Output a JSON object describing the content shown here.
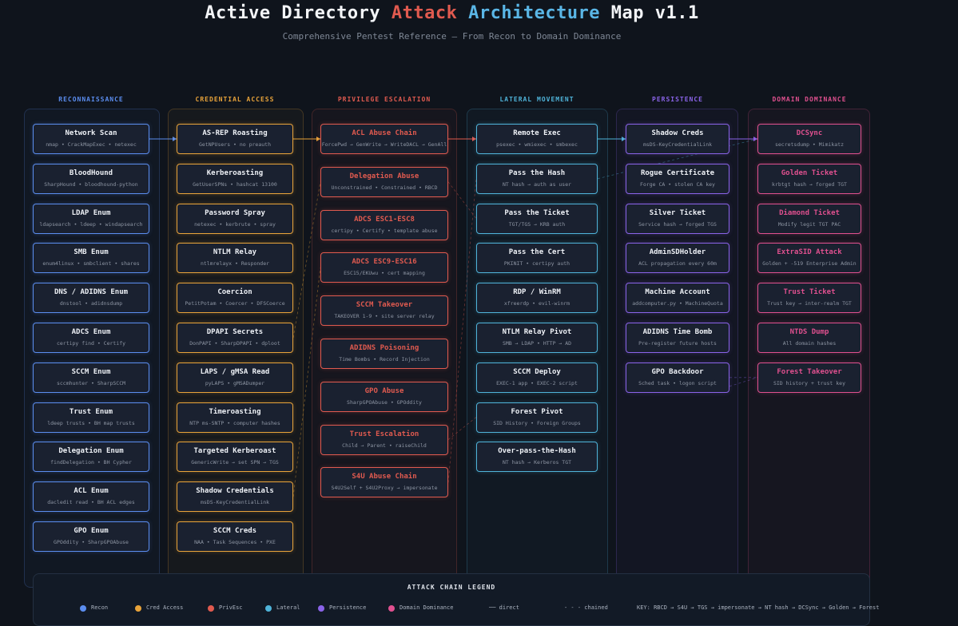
{
  "title": {
    "part1": "Active Directory ",
    "attack": "Attack",
    "space1": " ",
    "architecture": "Architecture",
    "part2": " Map v1.1"
  },
  "subtitle": "Comprehensive Pentest Reference — From Recon to Domain Dominance",
  "colors": {
    "recon": "#5b8def",
    "cred": "#e8a33a",
    "privesc": "#e05a4f",
    "lateral": "#4fb3d9",
    "persist": "#8a63e8",
    "dominance": "#e0508f",
    "attack_word": "#e05a4f",
    "architecture_word": "#5ab6e6"
  },
  "columns": [
    {
      "key": "recon",
      "header": "RECONNAISSANCE",
      "cards": [
        {
          "title": "Network Scan",
          "sub": "nmap • CrackMapExec • netexec"
        },
        {
          "title": "BloodHound",
          "sub": "SharpHound • bloodhound-python"
        },
        {
          "title": "LDAP Enum",
          "sub": "ldapsearch • ldeep • windapsearch"
        },
        {
          "title": "SMB Enum",
          "sub": "enum4linux • smbclient • shares"
        },
        {
          "title": "DNS / ADIDNS Enum",
          "sub": "dnstool • adidnsdump"
        },
        {
          "title": "ADCS Enum",
          "sub": "certipy find • Certify"
        },
        {
          "title": "SCCM Enum",
          "sub": "sccmhunter • SharpSCCM"
        },
        {
          "title": "Trust Enum",
          "sub": "ldeep trusts • BH map trusts"
        },
        {
          "title": "Delegation Enum",
          "sub": "findDelegation • BH Cypher"
        },
        {
          "title": "ACL Enum",
          "sub": "dacledit read • BH ACL edges"
        },
        {
          "title": "GPO Enum",
          "sub": "GPOddity • SharpGPOAbuse"
        }
      ]
    },
    {
      "key": "cred",
      "header": "CREDENTIAL ACCESS",
      "cards": [
        {
          "title": "AS-REP Roasting",
          "sub": "GetNPUsers • no preauth"
        },
        {
          "title": "Kerberoasting",
          "sub": "GetUserSPNs • hashcat 13100"
        },
        {
          "title": "Password Spray",
          "sub": "netexec • kerbrute • spray"
        },
        {
          "title": "NTLM Relay",
          "sub": "ntlmrelayx • Responder"
        },
        {
          "title": "Coercion",
          "sub": "PetitPotam • Coercer • DFSCoerce"
        },
        {
          "title": "DPAPI Secrets",
          "sub": "DonPAPI • SharpDPAPI • dploot"
        },
        {
          "title": "LAPS / gMSA Read",
          "sub": "pyLAPS • gMSADumper"
        },
        {
          "title": "Timeroasting",
          "sub": "NTP ms-SNTP • computer hashes"
        },
        {
          "title": "Targeted Kerberoast",
          "sub": "GenericWrite → set SPN → TGS"
        },
        {
          "title": "Shadow Credentials",
          "sub": "msDS-KeyCredentialLink"
        },
        {
          "title": "SCCM Creds",
          "sub": "NAA • Task Sequences • PXE"
        }
      ]
    },
    {
      "key": "privesc",
      "header": "PRIVILEGE ESCALATION",
      "cards": [
        {
          "title": "ACL Abuse Chain",
          "sub": "ForcePwd → GenWrite → WriteDACL → GenAll"
        },
        {
          "title": "Delegation Abuse",
          "sub": "Unconstrained • Constrained • RBCD"
        },
        {
          "title": "ADCS ESC1-ESC8",
          "sub": "certipy • Certify • template abuse"
        },
        {
          "title": "ADCS ESC9-ESC16",
          "sub": "ESC15/EKUwu • cert mapping"
        },
        {
          "title": "SCCM Takeover",
          "sub": "TAKEOVER 1-9 • site server relay"
        },
        {
          "title": "ADIDNS Poisoning",
          "sub": "Time Bombs • Record Injection"
        },
        {
          "title": "GPO Abuse",
          "sub": "SharpGPOAbuse • GPOddity"
        },
        {
          "title": "Trust Escalation",
          "sub": "Child → Parent • raiseChild"
        },
        {
          "title": "S4U Abuse Chain",
          "sub": "S4U2Self + S4U2Proxy → impersonate"
        }
      ]
    },
    {
      "key": "lateral",
      "header": "LATERAL MOVEMENT",
      "cards": [
        {
          "title": "Remote Exec",
          "sub": "psexec • wmiexec • smbexec"
        },
        {
          "title": "Pass the Hash",
          "sub": "NT hash → auth as user"
        },
        {
          "title": "Pass the Ticket",
          "sub": "TGT/TGS → KRB auth"
        },
        {
          "title": "Pass the Cert",
          "sub": "PKINIT • certipy auth"
        },
        {
          "title": "RDP / WinRM",
          "sub": "xfreerdp • evil-winrm"
        },
        {
          "title": "NTLM Relay Pivot",
          "sub": "SMB → LDAP • HTTP → AD"
        },
        {
          "title": "SCCM Deploy",
          "sub": "EXEC-1 app • EXEC-2 script"
        },
        {
          "title": "Forest Pivot",
          "sub": "SID History • Foreign Groups"
        },
        {
          "title": "Over-pass-the-Hash",
          "sub": "NT hash → Kerberos TGT"
        }
      ]
    },
    {
      "key": "persist",
      "header": "PERSISTENCE",
      "cards": [
        {
          "title": "Shadow Creds",
          "sub": "msDS-KeyCredentialLink"
        },
        {
          "title": "Rogue Certificate",
          "sub": "Forge CA • stolen CA key"
        },
        {
          "title": "Silver Ticket",
          "sub": "Service hash → forged TGS"
        },
        {
          "title": "AdminSDHolder",
          "sub": "ACL propagation every 60m"
        },
        {
          "title": "Machine Account",
          "sub": "addcomputer.py • MachineQuota"
        },
        {
          "title": "ADIDNS Time Bomb",
          "sub": "Pre-register future hosts"
        },
        {
          "title": "GPO Backdoor",
          "sub": "Sched task • logon script"
        }
      ]
    },
    {
      "key": "dominance",
      "header": "DOMAIN DOMINANCE",
      "cards": [
        {
          "title": "DCSync",
          "sub": "secretsdump • Mimikatz"
        },
        {
          "title": "Golden Ticket",
          "sub": "krbtgt hash → forged TGT"
        },
        {
          "title": "Diamond Ticket",
          "sub": "Modify legit TGT PAC"
        },
        {
          "title": "ExtraSID Attack",
          "sub": "Golden + -519 Enterprise Admin"
        },
        {
          "title": "Trust Ticket",
          "sub": "Trust key → inter-realm TGT"
        },
        {
          "title": "NTDS Dump",
          "sub": "All domain hashes"
        },
        {
          "title": "Forest Takeover",
          "sub": "SID history + trust key"
        }
      ]
    }
  ],
  "legend": {
    "title": "ATTACK CHAIN LEGEND",
    "recon": "Recon",
    "cred": "Cred Access",
    "privesc": "PrivEsc",
    "lateral": "Lateral",
    "persist": "Persistence",
    "dominance": "Domain Dominance",
    "direct": "── direct",
    "chained": "- - - chained",
    "key": "KEY: RBCD → S4U → TGS → impersonate → NT hash → DCSync → Golden → Forest"
  }
}
